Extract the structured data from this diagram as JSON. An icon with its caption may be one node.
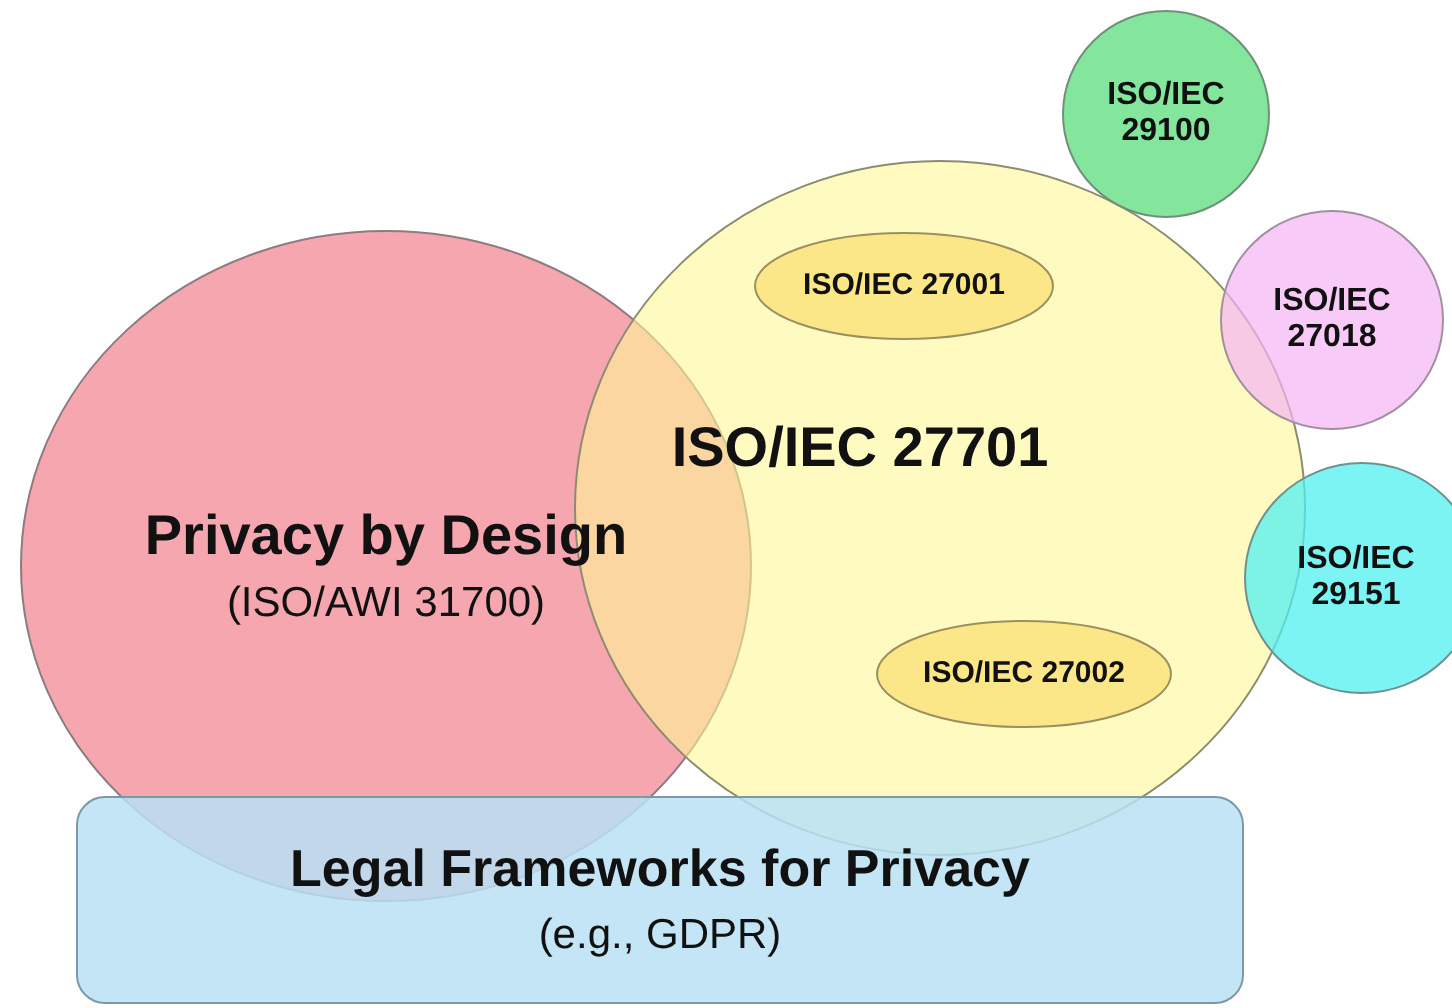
{
  "diagram": {
    "nodes": [
      {
        "text": [
          "Privacy by Design",
          "(ISO/AWI 31700)"
        ]
      },
      {
        "text": [
          "ISO/IEC 27701"
        ]
      },
      {
        "text": [
          "ISO/IEC 27001"
        ],
        "in": 1
      },
      {
        "text": [
          "ISO/IEC 27002"
        ],
        "in": 1
      },
      {
        "text": [
          "ISO/IEC 29100"
        ]
      },
      {
        "text": [
          "ISO/IEC 27018"
        ]
      },
      {
        "text": [
          "ISO/IEC 29151"
        ]
      },
      {
        "text": [
          "Legal Frameworks for Privacy",
          "(e.g., GDPR)"
        ]
      }
    ]
  }
}
